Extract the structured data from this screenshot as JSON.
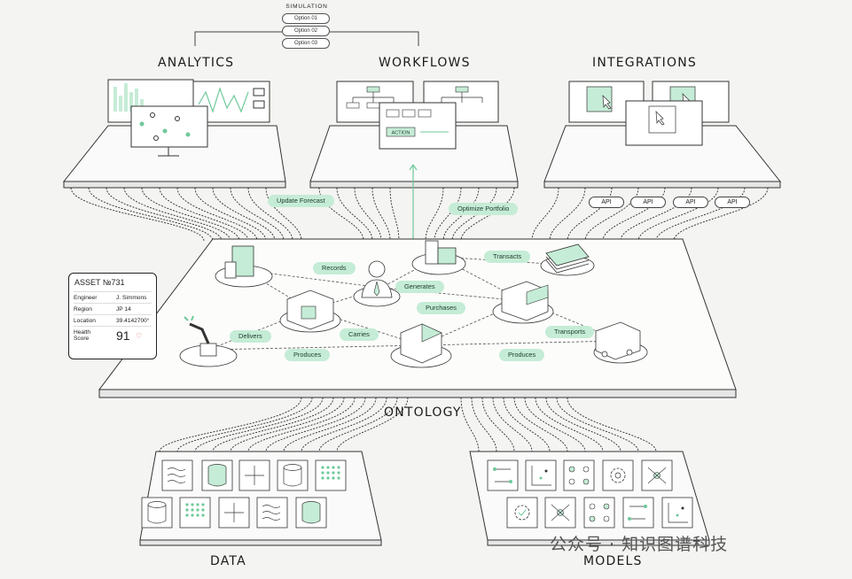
{
  "sections": {
    "analytics": "ANALYTICS",
    "workflows": "WORKFLOWS",
    "integrations": "INTEGRATIONS",
    "ontology": "ONTOLOGY",
    "data": "DATA",
    "models": "MODELS"
  },
  "simulation": {
    "title": "SIMULATION",
    "options": [
      "Option 01",
      "Option 02",
      "Option 03"
    ]
  },
  "workflow_labels": {
    "action": "ACTION",
    "update_forecast": "Update Forecast",
    "optimize_portfolio": "Optimize Portfolio"
  },
  "api_labels": [
    "API",
    "API",
    "API",
    "API"
  ],
  "relations": {
    "records": "Records",
    "generates": "Generates",
    "transacts": "Transacts",
    "purchases": "Purchases",
    "delivers": "Delivers",
    "carries": "Carries",
    "produces_left": "Produces",
    "produces_right": "Produces",
    "transports": "Transports"
  },
  "asset_card": {
    "title": "ASSET №731",
    "rows": [
      {
        "key": "Engineer",
        "value": "J. Simmons"
      },
      {
        "key": "Region",
        "value": "JP 14"
      },
      {
        "key": "Location",
        "value": "39.4142700°"
      },
      {
        "key": "Health Score",
        "value": "91"
      }
    ]
  },
  "watermark": "公众号 · 知识图谱科技",
  "colors": {
    "accent_green": "#c5ecd6",
    "accent_green_dark": "#6fc99a",
    "line": "#2a2a2a"
  }
}
